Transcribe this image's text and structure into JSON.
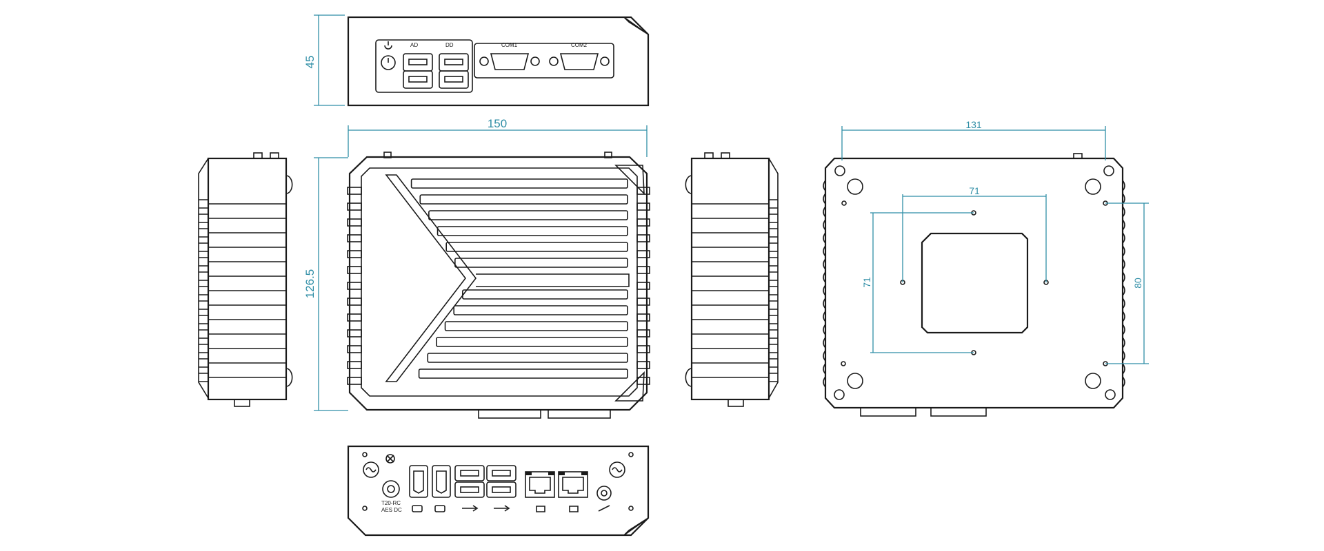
{
  "dimensions": {
    "height": "45",
    "width": "150",
    "depth": "126.5",
    "bottom_width": "131",
    "mount_h": "71",
    "mount_v": "71",
    "hole_span": "80"
  },
  "front_panel": {
    "usb_a_label": "AD",
    "usb_b_label": "DD",
    "com1": "COM1",
    "com2": "COM2"
  },
  "rear_panel": {
    "dc_label_1": "T20-RC",
    "dc_label_2": "AES DC"
  },
  "colors": {
    "line": "#1a1a1a",
    "dimension": "#2f8ea6",
    "background": "#ffffff"
  }
}
